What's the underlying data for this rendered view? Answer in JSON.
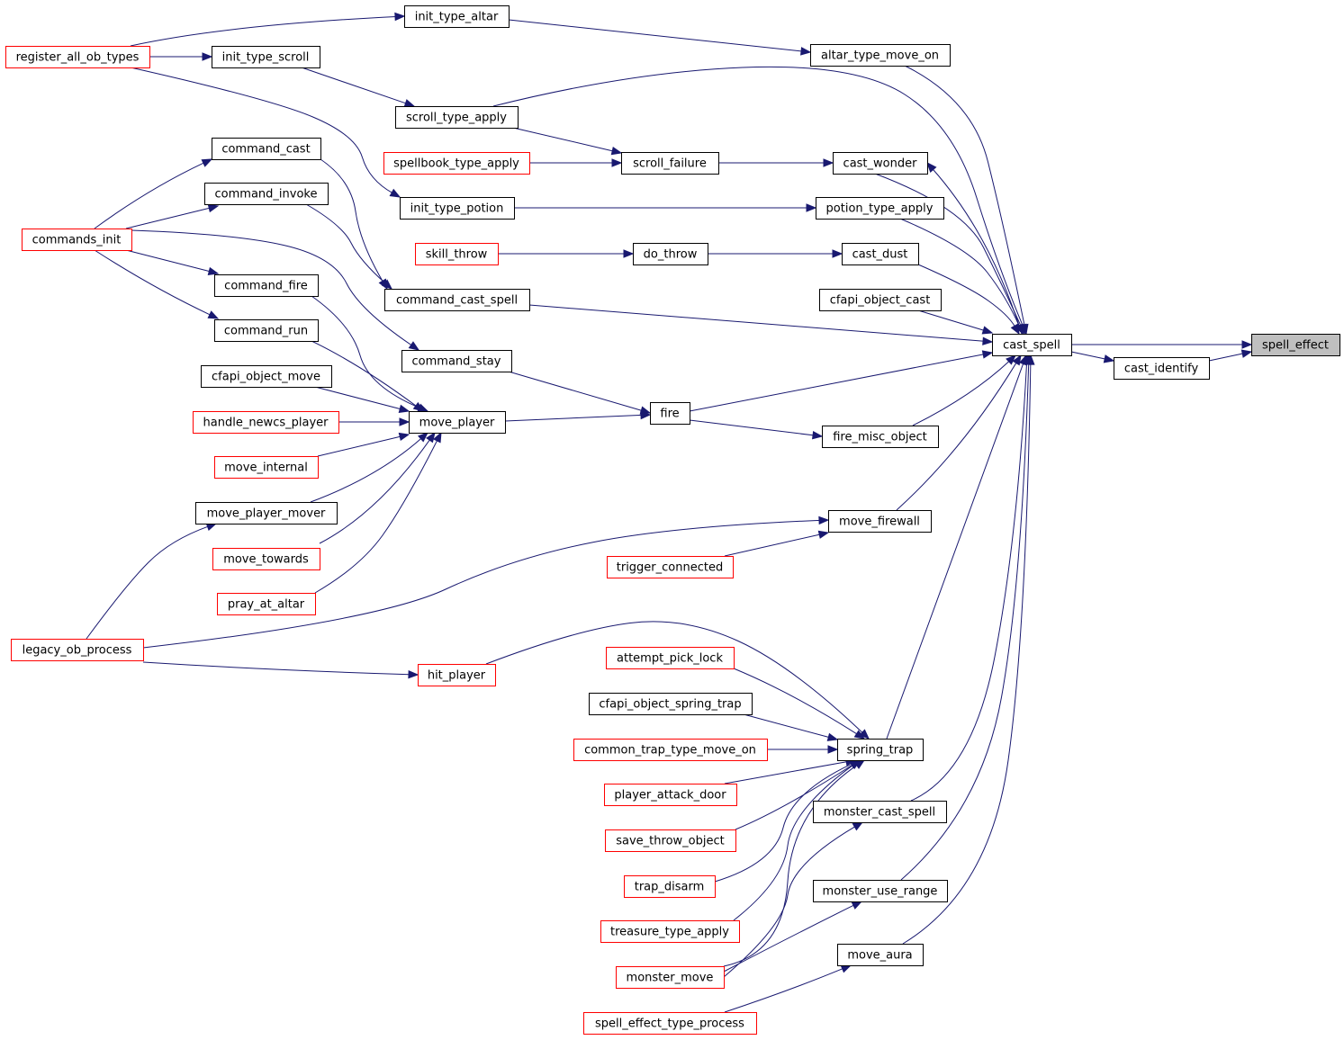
{
  "diagram": {
    "colors": {
      "edge": "#191970",
      "default_border": "#000000",
      "link_border": "#ff0000",
      "target_fill": "#bfbfbf",
      "node_fill": "#ffffff"
    },
    "nodes": [
      {
        "id": "spell_effect",
        "label": "spell_effect",
        "style": "target"
      },
      {
        "id": "cast_spell",
        "label": "cast_spell",
        "style": "default"
      },
      {
        "id": "cast_identify",
        "label": "cast_identify",
        "style": "default"
      },
      {
        "id": "altar_type_move_on",
        "label": "altar_type_move_on",
        "style": "default"
      },
      {
        "id": "cast_wonder",
        "label": "cast_wonder",
        "style": "default"
      },
      {
        "id": "potion_type_apply",
        "label": "potion_type_apply",
        "style": "default"
      },
      {
        "id": "cast_dust",
        "label": "cast_dust",
        "style": "default"
      },
      {
        "id": "cfapi_object_cast",
        "label": "cfapi_object_cast",
        "style": "default"
      },
      {
        "id": "fire_misc_object",
        "label": "fire_misc_object",
        "style": "default"
      },
      {
        "id": "move_firewall",
        "label": "move_firewall",
        "style": "default"
      },
      {
        "id": "spring_trap",
        "label": "spring_trap",
        "style": "default"
      },
      {
        "id": "monster_cast_spell",
        "label": "monster_cast_spell",
        "style": "default"
      },
      {
        "id": "monster_use_range",
        "label": "monster_use_range",
        "style": "default"
      },
      {
        "id": "move_aura",
        "label": "move_aura",
        "style": "default"
      },
      {
        "id": "init_type_altar",
        "label": "init_type_altar",
        "style": "default"
      },
      {
        "id": "init_type_scroll",
        "label": "init_type_scroll",
        "style": "default"
      },
      {
        "id": "register_all_ob_types",
        "label": "register_all_ob_types",
        "style": "link"
      },
      {
        "id": "scroll_type_apply",
        "label": "scroll_type_apply",
        "style": "default"
      },
      {
        "id": "scroll_failure",
        "label": "scroll_failure",
        "style": "default"
      },
      {
        "id": "spellbook_type_apply",
        "label": "spellbook_type_apply",
        "style": "link"
      },
      {
        "id": "init_type_potion",
        "label": "init_type_potion",
        "style": "default"
      },
      {
        "id": "skill_throw",
        "label": "skill_throw",
        "style": "link"
      },
      {
        "id": "do_throw",
        "label": "do_throw",
        "style": "default"
      },
      {
        "id": "command_cast",
        "label": "command_cast",
        "style": "default"
      },
      {
        "id": "command_invoke",
        "label": "command_invoke",
        "style": "default"
      },
      {
        "id": "commands_init",
        "label": "commands_init",
        "style": "link"
      },
      {
        "id": "command_fire",
        "label": "command_fire",
        "style": "default"
      },
      {
        "id": "command_run",
        "label": "command_run",
        "style": "default"
      },
      {
        "id": "command_cast_spell",
        "label": "command_cast_spell",
        "style": "default"
      },
      {
        "id": "command_stay",
        "label": "command_stay",
        "style": "default"
      },
      {
        "id": "fire",
        "label": "fire",
        "style": "default"
      },
      {
        "id": "move_player",
        "label": "move_player",
        "style": "default"
      },
      {
        "id": "cfapi_object_move",
        "label": "cfapi_object_move",
        "style": "default"
      },
      {
        "id": "handle_newcs_player",
        "label": "handle_newcs_player",
        "style": "link"
      },
      {
        "id": "move_internal",
        "label": "move_internal",
        "style": "link"
      },
      {
        "id": "move_player_mover",
        "label": "move_player_mover",
        "style": "default"
      },
      {
        "id": "move_towards",
        "label": "move_towards",
        "style": "link"
      },
      {
        "id": "pray_at_altar",
        "label": "pray_at_altar",
        "style": "link"
      },
      {
        "id": "legacy_ob_process",
        "label": "legacy_ob_process",
        "style": "link"
      },
      {
        "id": "trigger_connected",
        "label": "trigger_connected",
        "style": "link"
      },
      {
        "id": "hit_player",
        "label": "hit_player",
        "style": "link"
      },
      {
        "id": "attempt_pick_lock",
        "label": "attempt_pick_lock",
        "style": "link"
      },
      {
        "id": "cfapi_object_spring_trap",
        "label": "cfapi_object_spring_trap",
        "style": "default"
      },
      {
        "id": "common_trap_type_move_on",
        "label": "common_trap_type_move_on",
        "style": "link"
      },
      {
        "id": "player_attack_door",
        "label": "player_attack_door",
        "style": "link"
      },
      {
        "id": "save_throw_object",
        "label": "save_throw_object",
        "style": "link"
      },
      {
        "id": "trap_disarm",
        "label": "trap_disarm",
        "style": "link"
      },
      {
        "id": "treasure_type_apply",
        "label": "treasure_type_apply",
        "style": "link"
      },
      {
        "id": "monster_move",
        "label": "monster_move",
        "style": "link"
      },
      {
        "id": "spell_effect_type_process",
        "label": "spell_effect_type_process",
        "style": "link"
      }
    ],
    "edges": [
      {
        "from": "cast_spell",
        "to": "spell_effect"
      },
      {
        "from": "cast_identify",
        "to": "spell_effect"
      },
      {
        "from": "cast_spell",
        "to": "cast_identify"
      },
      {
        "from": "altar_type_move_on",
        "to": "cast_spell"
      },
      {
        "from": "scroll_type_apply",
        "to": "cast_spell"
      },
      {
        "from": "cast_wonder",
        "to": "cast_spell"
      },
      {
        "from": "cast_spell",
        "to": "cast_wonder"
      },
      {
        "from": "potion_type_apply",
        "to": "cast_spell"
      },
      {
        "from": "cast_dust",
        "to": "cast_spell"
      },
      {
        "from": "cfapi_object_cast",
        "to": "cast_spell"
      },
      {
        "from": "command_cast_spell",
        "to": "cast_spell"
      },
      {
        "from": "fire",
        "to": "cast_spell"
      },
      {
        "from": "fire_misc_object",
        "to": "cast_spell"
      },
      {
        "from": "move_firewall",
        "to": "cast_spell"
      },
      {
        "from": "spring_trap",
        "to": "cast_spell"
      },
      {
        "from": "monster_cast_spell",
        "to": "cast_spell"
      },
      {
        "from": "monster_use_range",
        "to": "cast_spell"
      },
      {
        "from": "move_aura",
        "to": "cast_spell"
      },
      {
        "from": "init_type_altar",
        "to": "altar_type_move_on"
      },
      {
        "from": "register_all_ob_types",
        "to": "init_type_altar"
      },
      {
        "from": "register_all_ob_types",
        "to": "init_type_scroll"
      },
      {
        "from": "register_all_ob_types",
        "to": "init_type_potion"
      },
      {
        "from": "init_type_scroll",
        "to": "scroll_type_apply"
      },
      {
        "from": "scroll_type_apply",
        "to": "scroll_failure"
      },
      {
        "from": "spellbook_type_apply",
        "to": "scroll_failure"
      },
      {
        "from": "scroll_failure",
        "to": "cast_wonder"
      },
      {
        "from": "init_type_potion",
        "to": "potion_type_apply"
      },
      {
        "from": "skill_throw",
        "to": "do_throw"
      },
      {
        "from": "do_throw",
        "to": "cast_dust"
      },
      {
        "from": "commands_init",
        "to": "command_cast"
      },
      {
        "from": "commands_init",
        "to": "command_invoke"
      },
      {
        "from": "commands_init",
        "to": "command_fire"
      },
      {
        "from": "commands_init",
        "to": "command_run"
      },
      {
        "from": "commands_init",
        "to": "command_stay"
      },
      {
        "from": "command_cast",
        "to": "command_cast_spell"
      },
      {
        "from": "command_invoke",
        "to": "command_cast_spell"
      },
      {
        "from": "command_stay",
        "to": "fire"
      },
      {
        "from": "move_player",
        "to": "fire"
      },
      {
        "from": "fire",
        "to": "fire_misc_object"
      },
      {
        "from": "command_fire",
        "to": "move_player"
      },
      {
        "from": "command_run",
        "to": "move_player"
      },
      {
        "from": "cfapi_object_move",
        "to": "move_player"
      },
      {
        "from": "handle_newcs_player",
        "to": "move_player"
      },
      {
        "from": "move_internal",
        "to": "move_player"
      },
      {
        "from": "move_player_mover",
        "to": "move_player"
      },
      {
        "from": "move_towards",
        "to": "move_player"
      },
      {
        "from": "pray_at_altar",
        "to": "move_player"
      },
      {
        "from": "legacy_ob_process",
        "to": "move_player_mover"
      },
      {
        "from": "legacy_ob_process",
        "to": "move_firewall"
      },
      {
        "from": "legacy_ob_process",
        "to": "hit_player"
      },
      {
        "from": "trigger_connected",
        "to": "move_firewall"
      },
      {
        "from": "hit_player",
        "to": "spring_trap"
      },
      {
        "from": "attempt_pick_lock",
        "to": "spring_trap"
      },
      {
        "from": "cfapi_object_spring_trap",
        "to": "spring_trap"
      },
      {
        "from": "common_trap_type_move_on",
        "to": "spring_trap"
      },
      {
        "from": "player_attack_door",
        "to": "spring_trap"
      },
      {
        "from": "save_throw_object",
        "to": "spring_trap"
      },
      {
        "from": "trap_disarm",
        "to": "spring_trap"
      },
      {
        "from": "treasure_type_apply",
        "to": "spring_trap"
      },
      {
        "from": "monster_move",
        "to": "spring_trap"
      },
      {
        "from": "monster_move",
        "to": "monster_cast_spell"
      },
      {
        "from": "monster_move",
        "to": "monster_use_range"
      },
      {
        "from": "spell_effect_type_process",
        "to": "move_aura"
      }
    ]
  }
}
